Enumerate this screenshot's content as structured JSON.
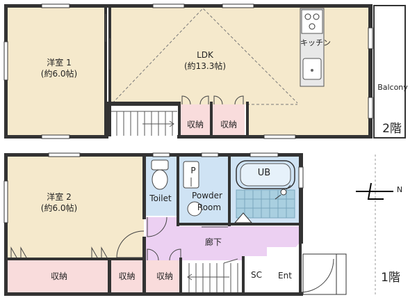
{
  "floors": {
    "upper": {
      "floor_label": "2階",
      "rooms": {
        "western1": {
          "name": "洋室 1",
          "size": "(約6.0帖)"
        },
        "ldk": {
          "name": "LDK",
          "size": "(約13.3帖)"
        },
        "kitchen": {
          "name": "キッチン"
        },
        "storage_a": {
          "name": "収納"
        },
        "storage_b": {
          "name": "収納"
        },
        "balcony": {
          "name": "Balcony"
        }
      }
    },
    "lower": {
      "floor_label": "1階",
      "rooms": {
        "western2": {
          "name": "洋室 2",
          "size": "(約6.0帖)"
        },
        "toilet": {
          "name": "Toilet"
        },
        "powder": {
          "name": "Powder",
          "name2": "Room"
        },
        "powder_p": {
          "name": "P"
        },
        "bath": {
          "name": "UB"
        },
        "hallway": {
          "name": "廊下"
        },
        "storage_long": {
          "name": "収納"
        },
        "storage_mid": {
          "name": "収納"
        },
        "storage_small": {
          "name": "収納"
        },
        "sc": {
          "name": "SC"
        },
        "entrance": {
          "name": "Ent"
        }
      }
    }
  },
  "compass": {
    "label": "N"
  },
  "colors": {
    "room_tan": "#f5e9cc",
    "storage_pink": "#f9dcdc",
    "wet_blue": "#cfe3f4",
    "hall_purple": "#ecd0f2",
    "wall": "#333333",
    "tile": "#a9cfe0"
  }
}
